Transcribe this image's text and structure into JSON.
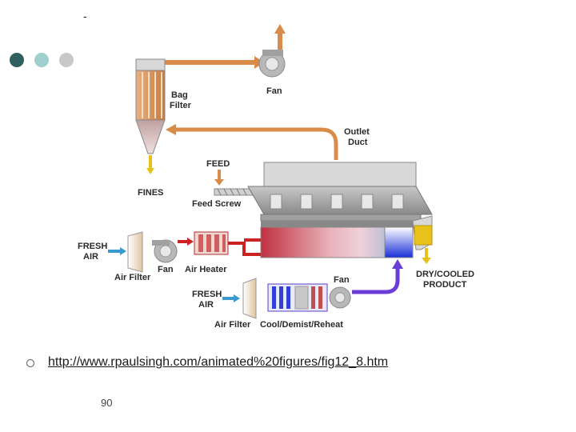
{
  "slide": {
    "dash": "-",
    "link": "http://www.rpaulsingh.com/animated%20figures/fig12_8.htm",
    "page_number": "90"
  },
  "diagram": {
    "labels": {
      "fan_top": "Fan",
      "bag": "Bag",
      "filter": "Filter",
      "outlet": "Outlet",
      "duct": "Duct",
      "feed": "FEED",
      "feed_screw": "Feed Screw",
      "fines": "FINES",
      "fresh1": "FRESH",
      "air1": "AIR",
      "air_filter1": "Air Filter",
      "fan_mid": "Fan",
      "air_heater": "Air Heater",
      "dry_cooled": "DRY/COOLED",
      "product": "PRODUCT",
      "fan_low": "Fan",
      "fresh2": "FRESH",
      "air2": "AIR",
      "air_filter2": "Air Filter",
      "cool_demist": "Cool/Demist/Reheat"
    },
    "colors": {
      "hot_air": "#cc2222",
      "exhaust": "#d98c4a",
      "cool_air": "#6a3cd8",
      "fresh_air": "#3a9ad0",
      "product": "#e8c21a"
    }
  }
}
